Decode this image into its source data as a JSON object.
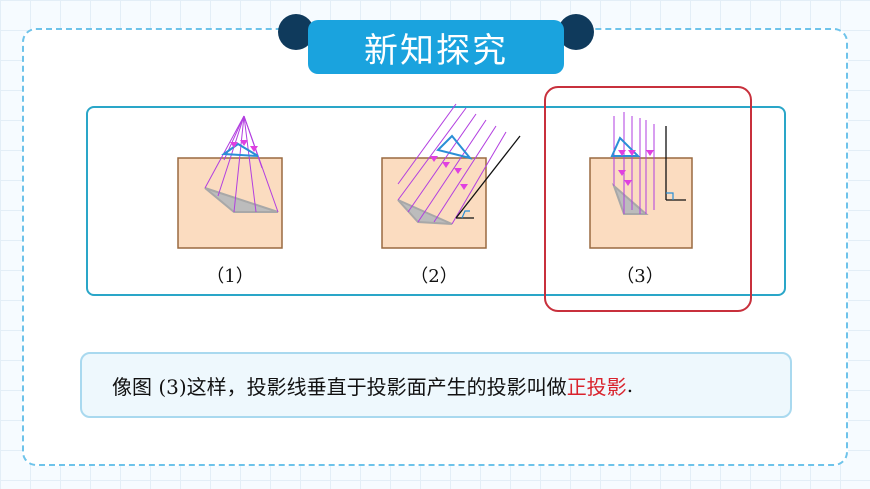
{
  "title": "新知探究",
  "figures": [
    {
      "label": "（1）"
    },
    {
      "label": "（2）"
    },
    {
      "label": "（3）"
    }
  ],
  "caption": {
    "prefix": "像图 (3)这样，投影线垂直于投影面产生的投影叫做",
    "keyword": "正投影",
    "suffix": "."
  },
  "colors": {
    "accent": "#1aa3de",
    "dark": "#0f3a5c",
    "highlight": "#c8303c",
    "keyword": "#d9232d",
    "plane": "#fbdcc0",
    "projection_line": "#b23ee0",
    "object": "#2a8fd6",
    "shadow": "#bcbcbc"
  }
}
